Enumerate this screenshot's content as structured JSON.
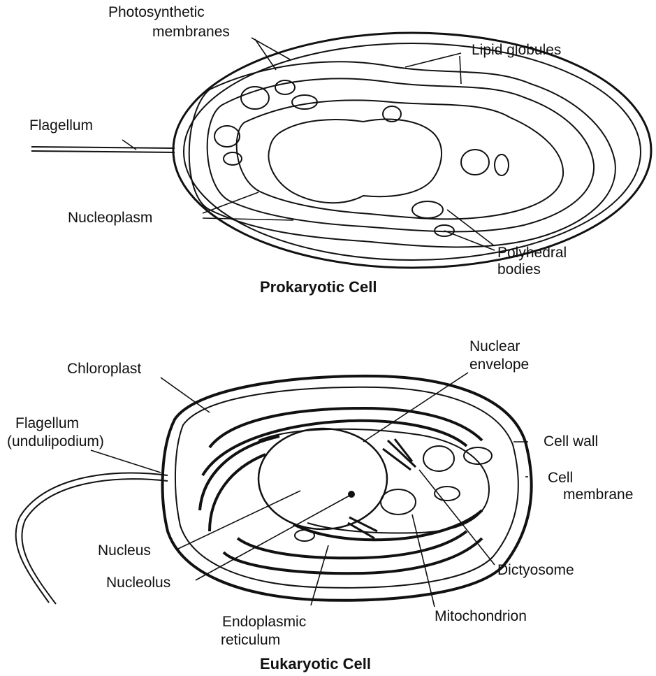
{
  "prokaryote": {
    "caption": "Prokaryotic Cell",
    "labels": {
      "photosynthetic_1": "Photosynthetic",
      "photosynthetic_2": "membranes",
      "lipid": "Lipid globules",
      "flagellum": "Flagellum",
      "nucleoplasm": "Nucleoplasm",
      "polyhedral_1": "Polyhedral",
      "polyhedral_2": "bodies"
    }
  },
  "eukaryote": {
    "caption": "Eukaryotic Cell",
    "labels": {
      "chloroplast": "Chloroplast",
      "nuclear_env_1": "Nuclear",
      "nuclear_env_2": "envelope",
      "flagellum_1": "Flagellum",
      "flagellum_2": "(undulipodium)",
      "cell_wall": "Cell wall",
      "cell_membrane_1": "Cell",
      "cell_membrane_2": "membrane",
      "nucleus": "Nucleus",
      "nucleolus": "Nucleolus",
      "dictyosome": "Dictyosome",
      "mitochondrion": "Mitochondrion",
      "er_1": "Endoplasmic",
      "er_2": "reticulum"
    }
  }
}
